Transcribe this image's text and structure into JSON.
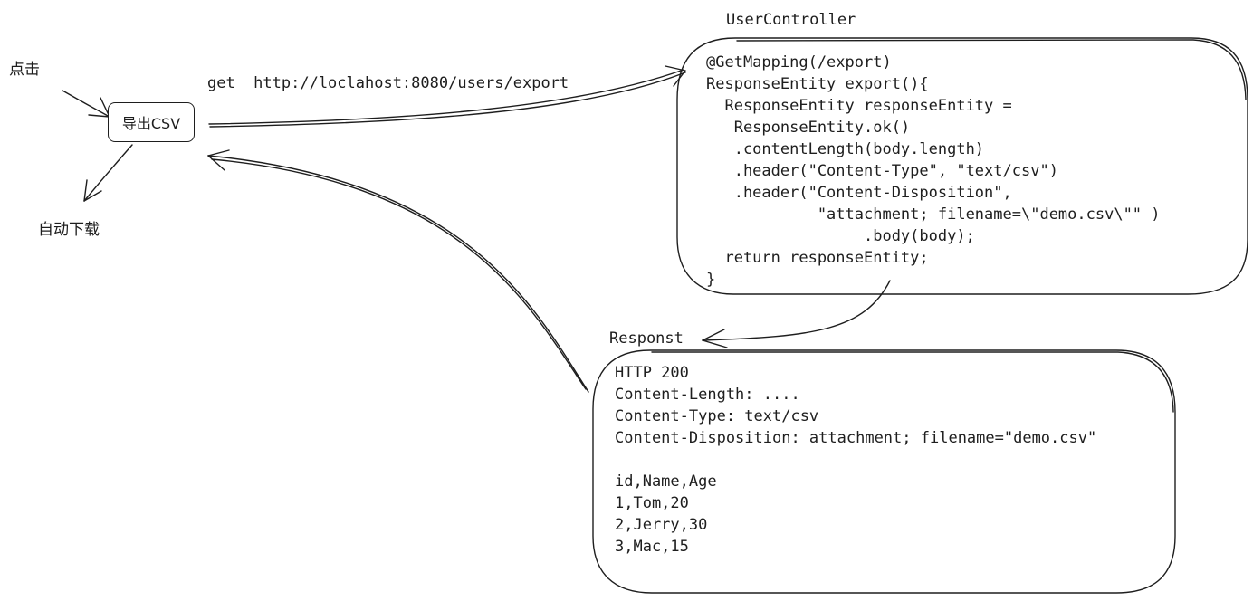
{
  "click_label": "点击",
  "auto_download_label": "自动下载",
  "export_button_label": "导出CSV",
  "request_label": "get  http://loclahost:8080/users/export",
  "controller": {
    "title": "UserController",
    "code_lines": [
      "@GetMapping(/export)",
      "ResponseEntity export(){",
      "  ResponseEntity responseEntity =",
      "   ResponseEntity.ok()",
      "   .contentLength(body.length)",
      "   .header(\"Content-Type\", \"text/csv\")",
      "   .header(\"Content-Disposition\",",
      "            \"attachment; filename=\\\"demo.csv\\\"\" )",
      "                 .body(body);",
      "  return responseEntity;",
      "}"
    ]
  },
  "response": {
    "title": "Responst",
    "lines": [
      "HTTP 200",
      "Content-Length: ....",
      "Content-Type: text/csv",
      "Content-Disposition: attachment; filename=\"demo.csv\"",
      "",
      "id,Name,Age",
      "1,Tom,20",
      "2,Jerry,30",
      "3,Mac,15"
    ]
  },
  "colors": {
    "stroke": "#1e1e1e",
    "background": "#ffffff"
  }
}
